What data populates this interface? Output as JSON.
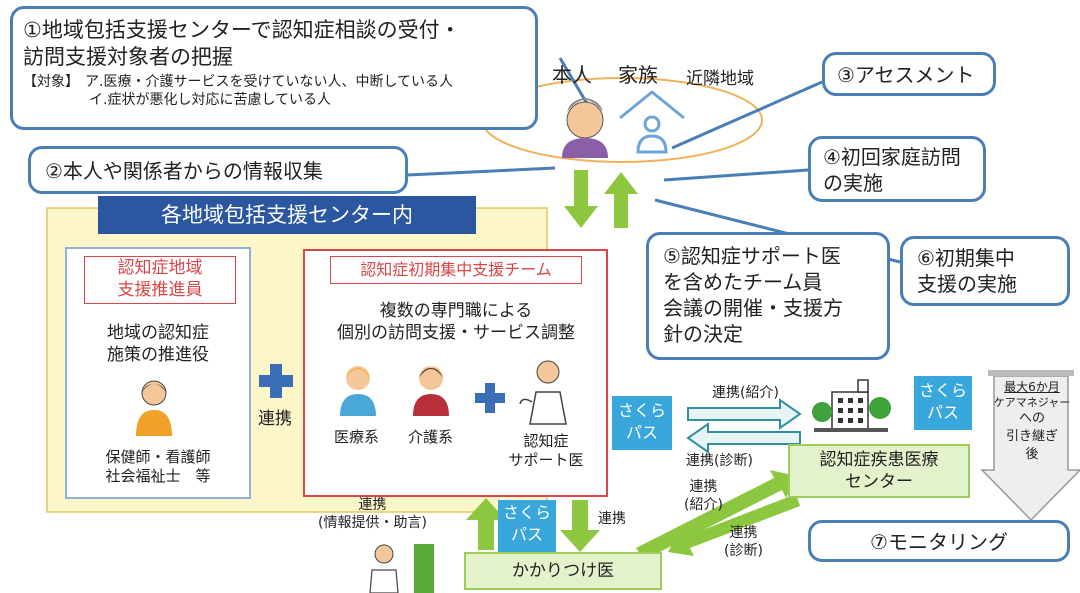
{
  "callouts": {
    "c1_line1": "①地域包括支援センターで認知症相談の受付・",
    "c1_line2": "訪問支援対象者の把握",
    "c1_target_tag": "【対象】",
    "c1_target_a": "ア.医療・介護サービスを受けていない人、中断している人",
    "c1_target_b": "イ.症状が悪化し対応に苦慮している人",
    "c2": "②本人や関係者からの情報収集",
    "c3": "③アセスメント",
    "c4_line1": "④初回家庭訪問",
    "c4_line2": "の実施",
    "c5_line1": "⑤認知症サポート医",
    "c5_line2": "を含めたチーム員",
    "c5_line3": "会議の開催・支援方",
    "c5_line4": "針の決定",
    "c6_line1": "⑥初期集中",
    "c6_line2": "支援の実施",
    "c7": "⑦モニタリング"
  },
  "top_labels": {
    "person": "本人",
    "family": "家族",
    "neighborhood": "近隣地域"
  },
  "center": {
    "header": "各地域包括支援センター内",
    "promoter_title_line1": "認知症地域",
    "promoter_title_line2": "支援推進員",
    "promoter_desc_line1": "地域の認知症",
    "promoter_desc_line2": "施策の推進役",
    "promoter_roles_line1": "保健師・看護師",
    "promoter_roles_line2": "社会福祉士　等",
    "link_label": "連携",
    "team_title": "認知症初期集中支援チーム",
    "team_desc_line1": "複数の専門職による",
    "team_desc_line2": "個別の訪問支援・サービス調整",
    "member_medical": "医療系",
    "member_care": "介護系",
    "member_support_doctor_line1": "認知症",
    "member_support_doctor_line2": "サポート医"
  },
  "medical_center_line1": "認知症疾患医療",
  "medical_center_line2": "センター",
  "family_doctor": "かかりつけ医",
  "sakura_pass_line1": "さくら",
  "sakura_pass_line2": "パス",
  "care_manager": {
    "line1": "最大6か月",
    "line2": "ケアマネジャー",
    "line3": "への",
    "line4": "引き継ぎ",
    "line5": "後"
  },
  "arrow_labels": {
    "referral_top": "連携(紹介)",
    "diagnosis_top": "連携(診断)",
    "referral_lower_line1": "連携",
    "referral_lower_line2": "(紹介)",
    "diagnosis_lower_line1": "連携",
    "diagnosis_lower_line2": "(診断)",
    "family_doctor_link": "連携",
    "info_line1": "連携",
    "info_line2": "(情報提供・助言)"
  },
  "colors": {
    "callout_border": "#4a7fb5",
    "header_bg": "#2b56a0",
    "center_bg": "#fdf6c9",
    "team_border": "#d9464a",
    "arrow_green": "#8dc63f",
    "sakura_blue": "#3aa7dc",
    "plus_blue": "#3a6fb8"
  }
}
